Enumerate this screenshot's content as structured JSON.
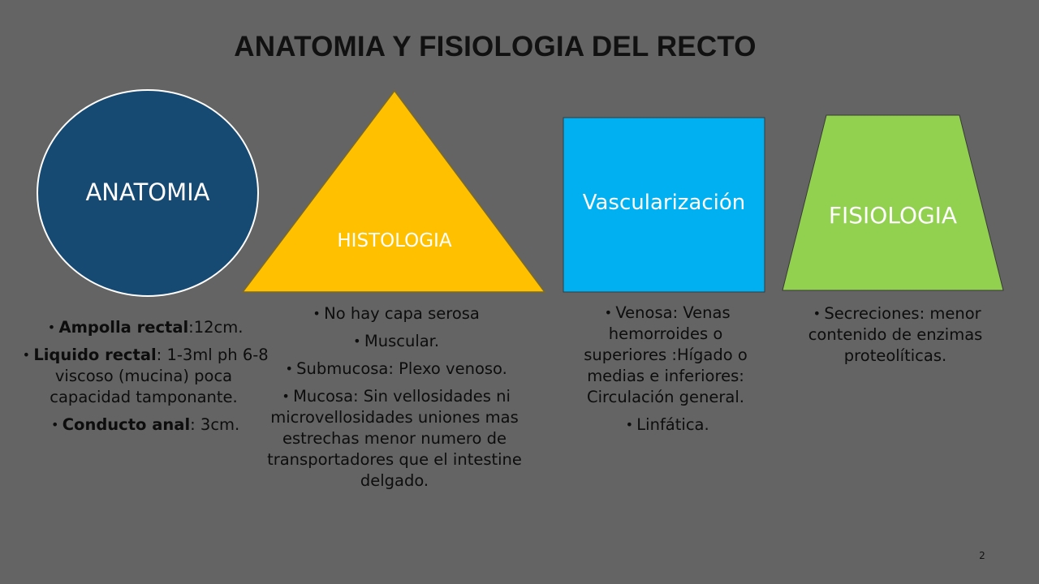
{
  "slide": {
    "title": "ANATOMIA Y FISIOLOGIA DEL RECTO",
    "page_number": "2",
    "background_color": "#646464"
  },
  "shapes": {
    "anatomia": {
      "label": "ANATOMIA",
      "fill": "#164a72",
      "stroke": "#ffffff"
    },
    "histologia": {
      "label": "HISTOLOGIA",
      "fill": "#ffc000",
      "stroke": "#7a6a2a"
    },
    "vascularizacion": {
      "label": "Vascularización",
      "fill": "#00b0f0",
      "stroke": "#3a3a3a"
    },
    "fisiologia": {
      "label": "FISIOLOGIA",
      "fill": "#92d050",
      "stroke": "#3a3a3a"
    }
  },
  "anatomia_items": [
    {
      "strong": "Ampolla rectal",
      "rest": ":12cm."
    },
    {
      "strong": "Liquido rectal",
      "rest": ": 1-3ml ph 6-8 viscoso (mucina) poca capacidad tamponante."
    },
    {
      "strong": "Conducto anal",
      "rest": ": 3cm."
    }
  ],
  "histologia_items": [
    "No hay capa serosa",
    "Muscular.",
    "Submucosa: Plexo venoso.",
    "Mucosa: Sin vellosidades ni microvellosidades uniones mas estrechas menor  numero de transportadores que el intestine delgado."
  ],
  "vascularizacion_items": [
    "Venosa: Venas hemorroides o superiores :Hígado o medias e inferiores: Circulación general.",
    "Linfática."
  ],
  "fisiologia_items": [
    "Secreciones: menor contenido de enzimas proteolíticas."
  ]
}
